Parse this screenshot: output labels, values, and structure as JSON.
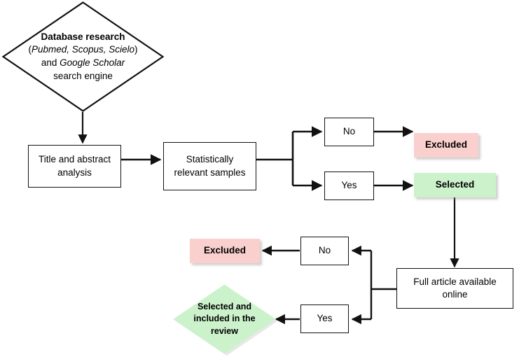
{
  "diagram": {
    "type": "flowchart",
    "title": "Study selection flowchart",
    "colors": {
      "excluded_fill": "#fad0ce",
      "selected_fill": "#ccf2cb",
      "stroke": "#111111",
      "background": "#ffffff"
    },
    "nodes": [
      {
        "id": "database-research",
        "shape": "diamond",
        "lines": [
          {
            "text": "Database research",
            "style": "bold"
          },
          {
            "text": "(Pubmed, Scopus, Scielo)",
            "style": "italic-parens"
          },
          {
            "text": "and Google Scholar",
            "style": "mixed-italic"
          },
          {
            "text": "search engine",
            "style": "normal"
          }
        ],
        "fill": "#ffffff"
      },
      {
        "id": "title-abstract-analysis",
        "shape": "rect",
        "text": "Title and abstract analysis",
        "fill": "#ffffff"
      },
      {
        "id": "statistically-relevant-samples",
        "shape": "rect",
        "text": "Statistically relevant samples",
        "fill": "#ffffff"
      },
      {
        "id": "decision-no-top",
        "shape": "rect",
        "text": "No",
        "fill": "#ffffff"
      },
      {
        "id": "decision-yes-top",
        "shape": "rect",
        "text": "Yes",
        "fill": "#ffffff"
      },
      {
        "id": "excluded-top",
        "shape": "rect",
        "text": "Excluded",
        "fill": "#fad0ce"
      },
      {
        "id": "selected",
        "shape": "rect",
        "text": "Selected",
        "fill": "#ccf2cb"
      },
      {
        "id": "full-article-available-online",
        "shape": "rect",
        "text": "Full article available online",
        "fill": "#ffffff"
      },
      {
        "id": "decision-no-bottom",
        "shape": "rect",
        "text": "No",
        "fill": "#ffffff"
      },
      {
        "id": "decision-yes-bottom",
        "shape": "rect",
        "text": "Yes",
        "fill": "#ffffff"
      },
      {
        "id": "excluded-bottom",
        "shape": "rect",
        "text": "Excluded",
        "fill": "#fad0ce"
      },
      {
        "id": "selected-included",
        "shape": "diamond",
        "lines": [
          {
            "text": "Selected and",
            "style": "bold"
          },
          {
            "text": "included in the",
            "style": "bold"
          },
          {
            "text": "review",
            "style": "bold"
          }
        ],
        "fill": "#ccf2cb"
      }
    ],
    "edges": [
      {
        "from": "database-research",
        "to": "title-abstract-analysis",
        "label": ""
      },
      {
        "from": "title-abstract-analysis",
        "to": "statistically-relevant-samples",
        "label": ""
      },
      {
        "from": "statistically-relevant-samples",
        "to": "decision-no-top",
        "label": ""
      },
      {
        "from": "statistically-relevant-samples",
        "to": "decision-yes-top",
        "label": ""
      },
      {
        "from": "decision-no-top",
        "to": "excluded-top",
        "label": ""
      },
      {
        "from": "decision-yes-top",
        "to": "selected",
        "label": ""
      },
      {
        "from": "selected",
        "to": "full-article-available-online",
        "label": ""
      },
      {
        "from": "full-article-available-online",
        "to": "decision-no-bottom",
        "label": ""
      },
      {
        "from": "full-article-available-online",
        "to": "decision-yes-bottom",
        "label": ""
      },
      {
        "from": "decision-no-bottom",
        "to": "excluded-bottom",
        "label": ""
      },
      {
        "from": "decision-yes-bottom",
        "to": "selected-included",
        "label": ""
      }
    ]
  },
  "text": {
    "db_line1": "Database research",
    "db_line2_open": "(",
    "db_line2_italic": "Pubmed, Scopus, Scielo",
    "db_line2_close": ")",
    "db_line3_plain": "and ",
    "db_line3_italic": "Google Scholar",
    "db_line4": "search engine",
    "title_abstract_l1": "Title and abstract",
    "title_abstract_l2": "analysis",
    "stats_l1": "Statistically",
    "stats_l2": "relevant samples",
    "no_top": "No",
    "yes_top": "Yes",
    "excluded_top": "Excluded",
    "selected": "Selected",
    "full_article_l1": "Full article available",
    "full_article_l2": "online",
    "no_bottom": "No",
    "yes_bottom": "Yes",
    "excluded_bottom": "Excluded",
    "sel_inc_l1": "Selected and",
    "sel_inc_l2": "included in the",
    "sel_inc_l3": "review"
  }
}
